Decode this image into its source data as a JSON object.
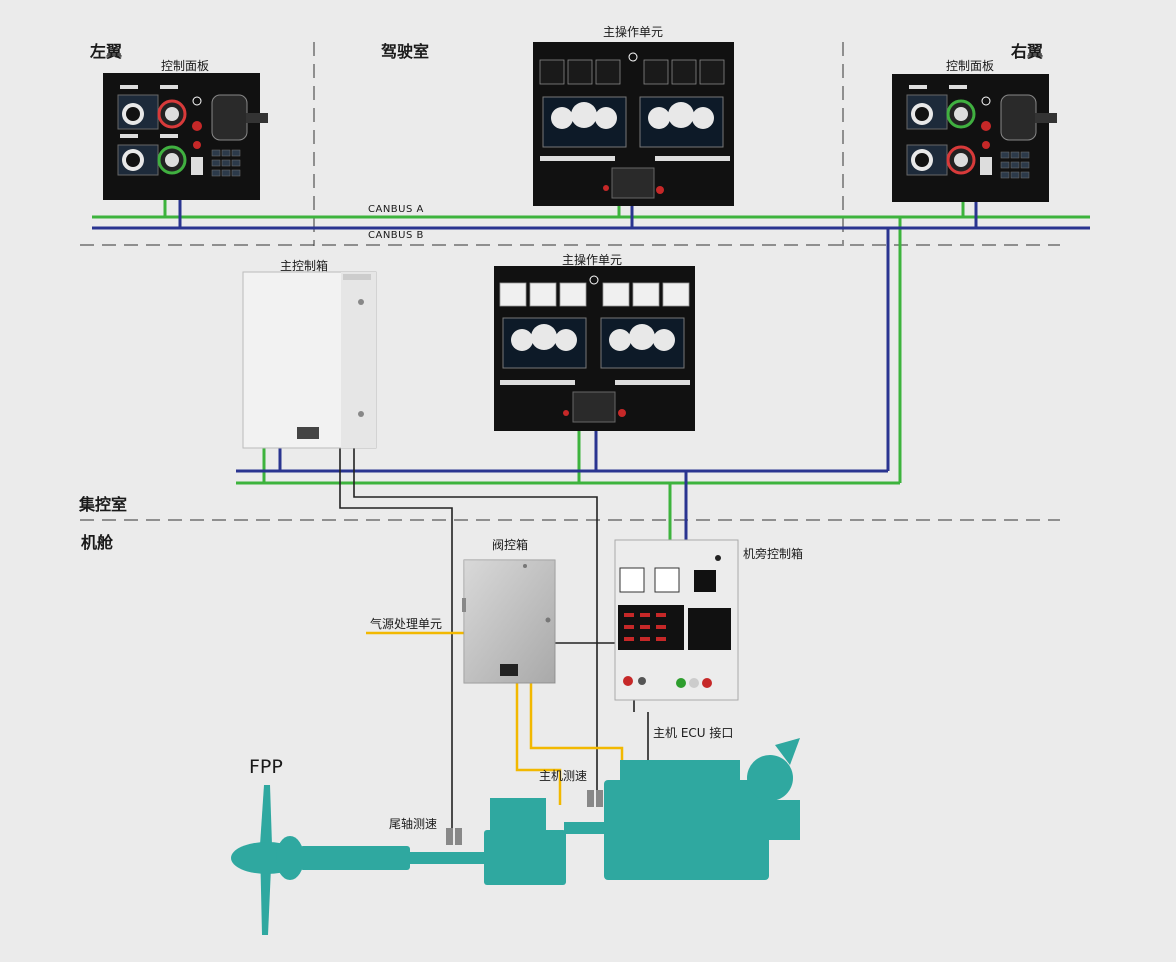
{
  "zones": {
    "left_wing": "左翼",
    "bridge": "驾驶室",
    "right_wing": "右翼",
    "ecr": "集控室",
    "engine_room": "机舱"
  },
  "labels": {
    "control_panel_left": "控制面板",
    "control_panel_right": "控制面板",
    "main_unit_bridge": "主操作单元",
    "main_unit_ecr": "主操作单元",
    "main_cabinet": "主控制箱",
    "valve_box": "阀控箱",
    "local_box": "机旁控制箱",
    "air_unit": "气源处理单元",
    "ecu_interface": "主机 ECU 接口",
    "engine_speed": "主机测速",
    "shaft_speed": "尾轴测速",
    "fpp": "FPP",
    "canbus_a": "CANBUS A",
    "canbus_b": "CANBUS B"
  },
  "colors": {
    "background": "#ebebeb",
    "canbus_a": "#3db33d",
    "canbus_b": "#2a3490",
    "signal_wire": "#222222",
    "air_line": "#f2b800",
    "engine": "#2fa8a0",
    "panel": "#111111",
    "cabinet": "#f2f2f2"
  }
}
